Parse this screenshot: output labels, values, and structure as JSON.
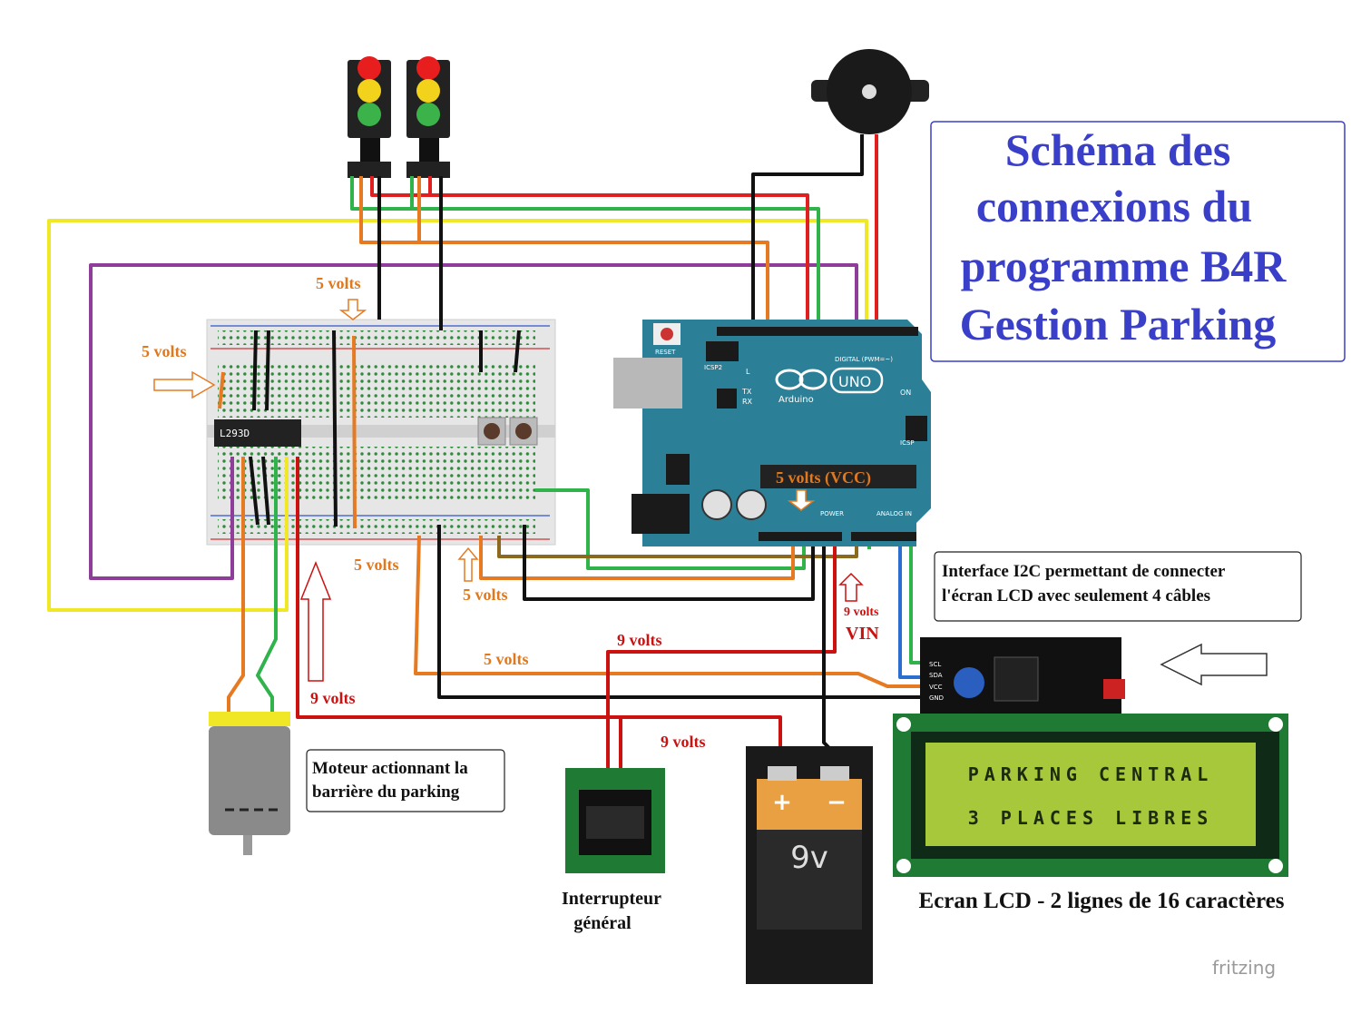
{
  "title": {
    "line1": "Schéma des",
    "line2": "connexions du",
    "line3": "programme B4R",
    "line4": "Gestion Parking"
  },
  "labels": {
    "five_volts": "5 volts",
    "five_volts_vcc": "5 volts  (VCC)",
    "nine_volts": "9 volts",
    "vin": "VIN",
    "i2c_line1": "Interface I2C permettant de connecter",
    "i2c_line2": "l'écran LCD avec seulement 4 câbles",
    "motor_line1": "Moteur actionnant la",
    "motor_line2": "barrière du parking",
    "switch_line1": "Interrupteur",
    "switch_line2": "général",
    "lcd_caption": "Ecran LCD - 2 lignes de 16 caractères",
    "fritzing": "fritzing"
  },
  "lcd": {
    "line1": "PARKING CENTRAL",
    "line2": "3 PLACES LIBRES"
  },
  "arduino": {
    "brand": "Arduino",
    "model": "UNO",
    "reset": "RESET",
    "icsp2": "ICSP2",
    "icsp": "ICSP",
    "digital": "DIGITAL (PWM=~)",
    "analog": "ANALOG IN",
    "power": "POWER",
    "on": "ON",
    "l": "L",
    "tx": "TX",
    "rx": "RX"
  },
  "chip": {
    "name": "L293D"
  },
  "battery": {
    "label": "9v",
    "plus": "+",
    "minus": "−"
  },
  "i2c_pins": [
    "SCL",
    "SDA",
    "VCC",
    "GND"
  ],
  "colors": {
    "title": "#3a3fc9",
    "orange_label": "#e0781e",
    "red_label": "#cc1111",
    "board": "#2b7f96",
    "pcb": "#1f7a33",
    "lcd_screen": "#a8c83c"
  }
}
